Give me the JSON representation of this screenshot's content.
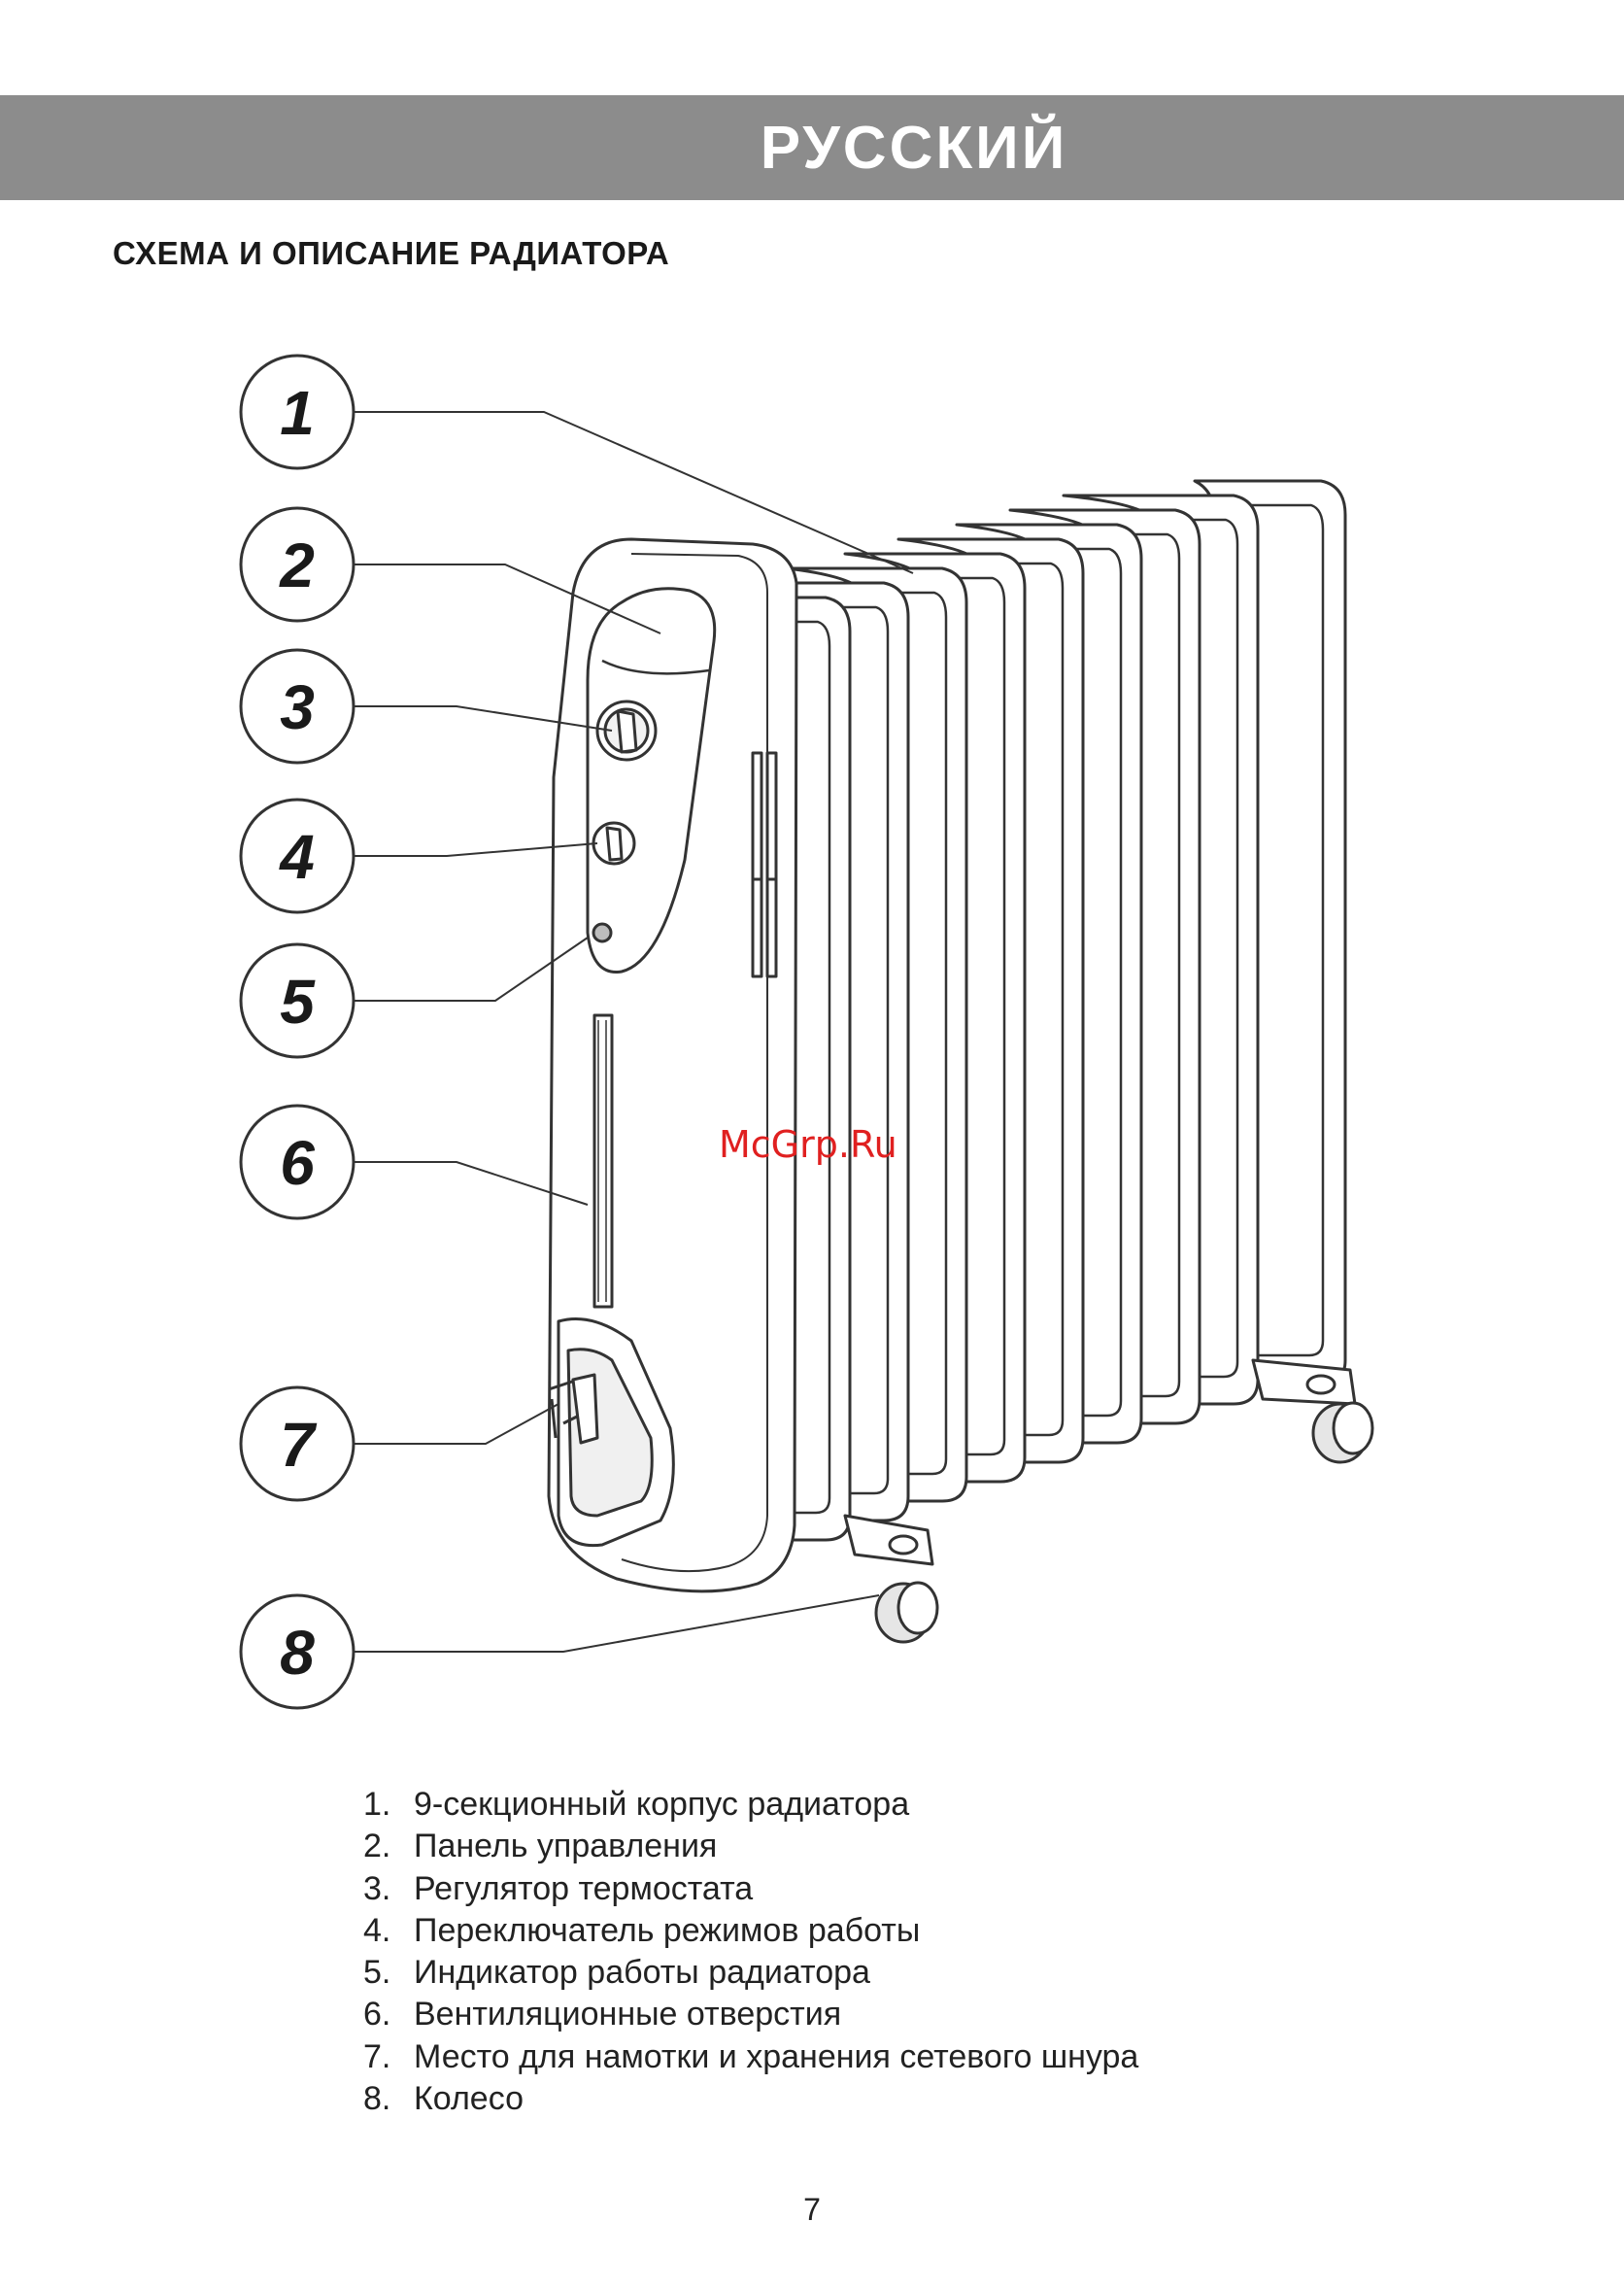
{
  "header": {
    "title": "РУССКИЙ"
  },
  "section": {
    "title": "СХЕМА И ОПИСАНИЕ РАДИАТОРА"
  },
  "diagram": {
    "callouts": [
      "1",
      "2",
      "3",
      "4",
      "5",
      "6",
      "7",
      "8"
    ],
    "watermark": "McGrp.Ru"
  },
  "parts": [
    {
      "num": "1.",
      "label": "9-секционный корпус радиатора"
    },
    {
      "num": "2.",
      "label": "Панель управления"
    },
    {
      "num": "3.",
      "label": "Регулятор термостата"
    },
    {
      "num": "4.",
      "label": "Переключатель режимов работы"
    },
    {
      "num": "5.",
      "label": "Индикатор работы радиатора"
    },
    {
      "num": "6.",
      "label": "Вентиляционные отверстия"
    },
    {
      "num": "7.",
      "label": "Место для намотки и хранения сетевого шнура"
    },
    {
      "num": "8.",
      "label": "Колесо"
    }
  ],
  "footer": {
    "page_number": "7"
  }
}
